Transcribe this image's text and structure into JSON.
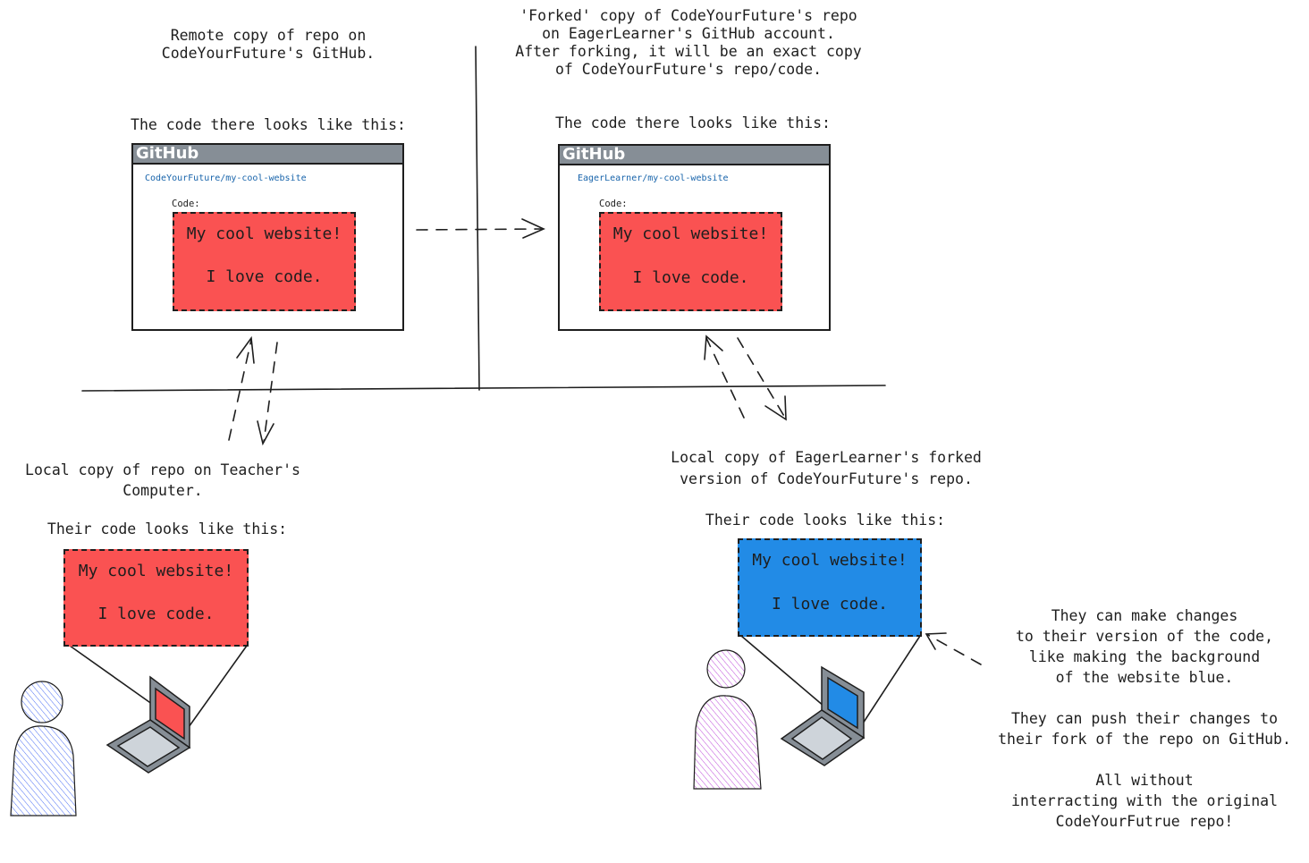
{
  "colors": {
    "red": "#fa5252",
    "blue": "#228be6",
    "gray": "#868e96",
    "ink": "#1e1e1e",
    "link": "#1864ab",
    "teacher_body": "#4c6ef5",
    "student_body": "#be4bdb"
  },
  "remote_original": {
    "heading": "Remote copy of repo on\nCodeYourFuture's GitHub.",
    "caption": "The code there looks like this:",
    "github_label": "GitHub",
    "repo_path": "CodeYourFuture/my-cool-website",
    "code_label": "Code:",
    "site_line1": "My cool website!",
    "site_line2": "I love code."
  },
  "remote_fork": {
    "heading": "'Forked' copy of CodeYourFuture's repo\non EagerLearner's GitHub account.\nAfter forking, it will be an exact copy\nof CodeYourFuture's repo/code.",
    "caption": "The code there looks like this:",
    "github_label": "GitHub",
    "repo_path": "EagerLearner/my-cool-website",
    "code_label": "Code:",
    "site_line1": "My cool website!",
    "site_line2": "I love code."
  },
  "local_teacher": {
    "heading": "Local copy of repo on Teacher's\nComputer.",
    "caption": "Their code looks like this:",
    "site_line1": "My cool website!",
    "site_line2": "I love code."
  },
  "local_learner": {
    "heading": "Local copy of EagerLearner's forked\nversion of CodeYourFuture's repo.",
    "caption": "Their code looks like this:",
    "site_line1": "My cool website!",
    "site_line2": "I love code."
  },
  "note": "They can make changes\nto their version of the code,\nlike making the background\nof the website blue.\n\nThey can push their changes to\ntheir fork of the repo on GitHub.\n\nAll without\ninterracting with the original\nCodeYourFutrue repo!"
}
